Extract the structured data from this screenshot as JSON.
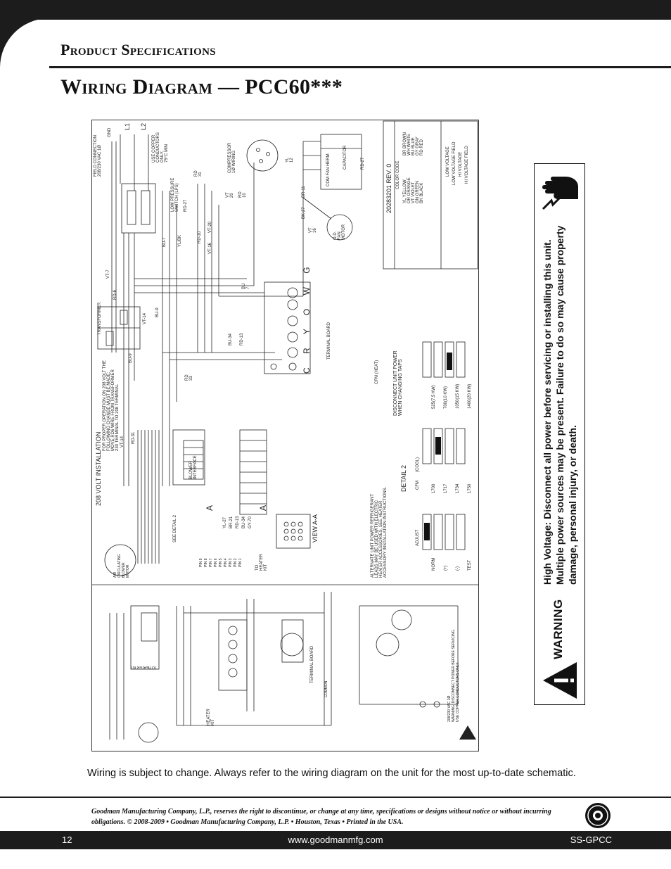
{
  "header": {
    "section_title": "Product Specifications",
    "page_title": "Wiring Diagram — PCC60***"
  },
  "diagram": {
    "field_connection": "FIELD CONNECTION\n208/230 VAC 1Ø",
    "gnd": "GND",
    "gnd2": "GND",
    "l1": "L1",
    "l2": "L2",
    "copper": "USE COPPER\nCONDUCTORS\nONLY,\n75°C MIN",
    "transformer": "TRANSFORMER",
    "lps": "LOW PRESSURE\nSWITCH (LPS)",
    "compressor": "COMPRESSOR\n1Ø WIRING",
    "capacitor": "CAPACITOR",
    "cap_terminals": "COM    FAN    HERM",
    "od_fan": "O.D.\nFAN\nMOTOR",
    "rev": "20283201 REV. 0",
    "color_code_title": "COLOR CODE",
    "color_code_left": "YL YELLOW\nOR ORANGE\nVT VIOLET\nGN GREEN\nBK BLACK",
    "color_code_right": "BR BROWN\nWH WHITE\nBU BLUE\nGY GRAY\nRD RED",
    "legend_low": "LOW VOLTAGE",
    "legend_low_field": "LOW VOLTAGE FIELD",
    "legend_hi": "HI VOLTAGE",
    "legend_hi_field": "HI VOLTAGE FIELD",
    "install_208_title": "208 VOLT INSTALLATION",
    "install_208_text": "FOR PROPER OPERATION ON 208 VOLT THE\nFOLLOWING CHANGE MUST BE MADE:\nMOVE RD6 WIRE FROM TRANSFORMER\n230 TERMINAL TO 208 TERMINAL",
    "terminal_board": "TERMINAL BOARD",
    "terminal_board_2": "TERMINAL BOARD",
    "blower_interface": "BLOWER\nINTERFACE",
    "disconnect": "DISCONNECT UNIT POWER\nWHEN CHANGING TAPS",
    "detail2": "DETAIL 2",
    "cfm_heat": "CFM (HEAT)",
    "heat_rows": "525(7.5 KW)\n700(10 KW)\n1050(15 KW)\n1400(20 KW)",
    "cool_label": "(COOL)",
    "cfm": "CFM",
    "cool_rows": "1700\n1717\n1734\n1750",
    "adjust": "ADJUST",
    "adjust_rows": "NORM\n(+)\n(-)\nTEST",
    "alternate": "ALTERNATE UNIT POWER REFRIGERANT\nLEADS MAY BE USED WITH ELECTRIC\nHEATER ACCESSORIES. SEE HEATER\nACCESSORY INSTALLATION INSTRUCTIONS.",
    "view_aa": "VIEW A-A",
    "see_detail": "SEE DETAIL 2",
    "to_heater_kit": "TO\nHEATER\nKIT",
    "to_heater_kit_2": "TO HEATER KIT",
    "heater_kit": "HEATER\nKIT",
    "air_blower": "AIR\nCIRCULATING\nBLOWER\nMOTOR",
    "wire_labels": "YL-27\nBR-21\nRD-13\nBU-34\nGY-70",
    "pins": "PIN 9\nPIN 8\nPIN 7\nPIN 6\nPIN 5\nPIN 4\nPIN 3\nPIN 2\nPIN 1",
    "bottom_warning": "208/230 VAC 1Ø\nWARNING: DISCONNECT POWER BEFORE SERVICING.\nUSE COPPER CONDUCTORS ONLY.",
    "common": "COMMON",
    "term_letters": "C  R  Y  O  W  G",
    "rd31": "RD\n31",
    "vt20": "VT\n20",
    "rd10": "RD\n10",
    "yl12": "YL\n12",
    "br11": "BR-11",
    "bk27": "BK-27",
    "vt16": "VT\n16",
    "rd27": "RD-27",
    "vt7": "VT-7",
    "rd6": "RD-6",
    "vt14": "VT-14",
    "bu9": "BU-9",
    "bu9b": "BU-9",
    "bu7": "BU-7",
    "ylbk": "YL/BK",
    "rd10b": "RD-10",
    "vt16b": "VT-16",
    "vt20b": "VT-20",
    "rd27b": "RD-27",
    "bu34": "BU-34",
    "rd13": "RD-13",
    "bu7b": "BU\n7",
    "rd33": "RD\n33",
    "rd31b": "RD-31",
    "vt14b": "VT-14",
    "a1": "A",
    "a2": "A"
  },
  "warning": {
    "label": "WARNING",
    "lead": "High Voltage:",
    "text": "Disconnect all power before servicing or installing this unit. Multiple power sources may be present. Failure to do so may cause property damage, personal injury, or death."
  },
  "caption": "Wiring is subject to change. Always refer to the wiring diagram on the unit for the most up-to-date schematic.",
  "footer": {
    "disclaimer": "Goodman Manufacturing Company, L.P., reserves the right to discontinue, or change at any time, specifications or designs without notice or without incurring obligations. © 2008-2009 • Goodman Manufacturing Company, L.P. • Houston, Texas • Printed in the USA.",
    "page_number": "12",
    "website": "www.goodmanmfg.com",
    "doc_code": "SS-GPCC"
  }
}
